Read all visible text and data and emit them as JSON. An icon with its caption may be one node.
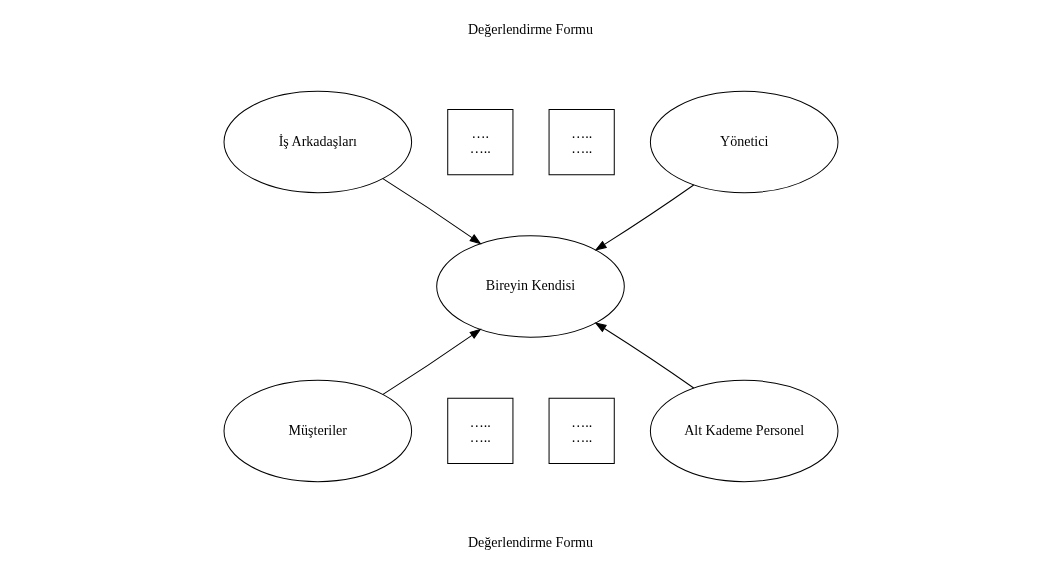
{
  "diagram": {
    "nodes": [
      {
        "text": [
          "İş Arkadaşları"
        ]
      },
      {
        "text": [
          "….",
          "….."
        ]
      },
      {
        "text": [
          "…..",
          "….."
        ]
      },
      {
        "text": [
          "Yönetici"
        ]
      },
      {
        "text": [
          "Bireyin Kendisi"
        ]
      },
      {
        "text": [
          "Müşteriler"
        ]
      },
      {
        "text": [
          "…..",
          "….."
        ]
      },
      {
        "text": [
          "…..",
          "….."
        ]
      },
      {
        "text": [
          "Alt Kademe Personel"
        ]
      }
    ],
    "edges": [
      {
        "from": 0,
        "to": 4,
        "arrow": "to"
      },
      {
        "from": 3,
        "to": 4,
        "arrow": "to"
      },
      {
        "from": 5,
        "to": 4,
        "arrow": "to"
      },
      {
        "from": 8,
        "to": 4,
        "arrow": "to"
      }
    ],
    "labels": [
      "Değerlendirme Formu",
      "Değerlendirme Formu"
    ]
  }
}
